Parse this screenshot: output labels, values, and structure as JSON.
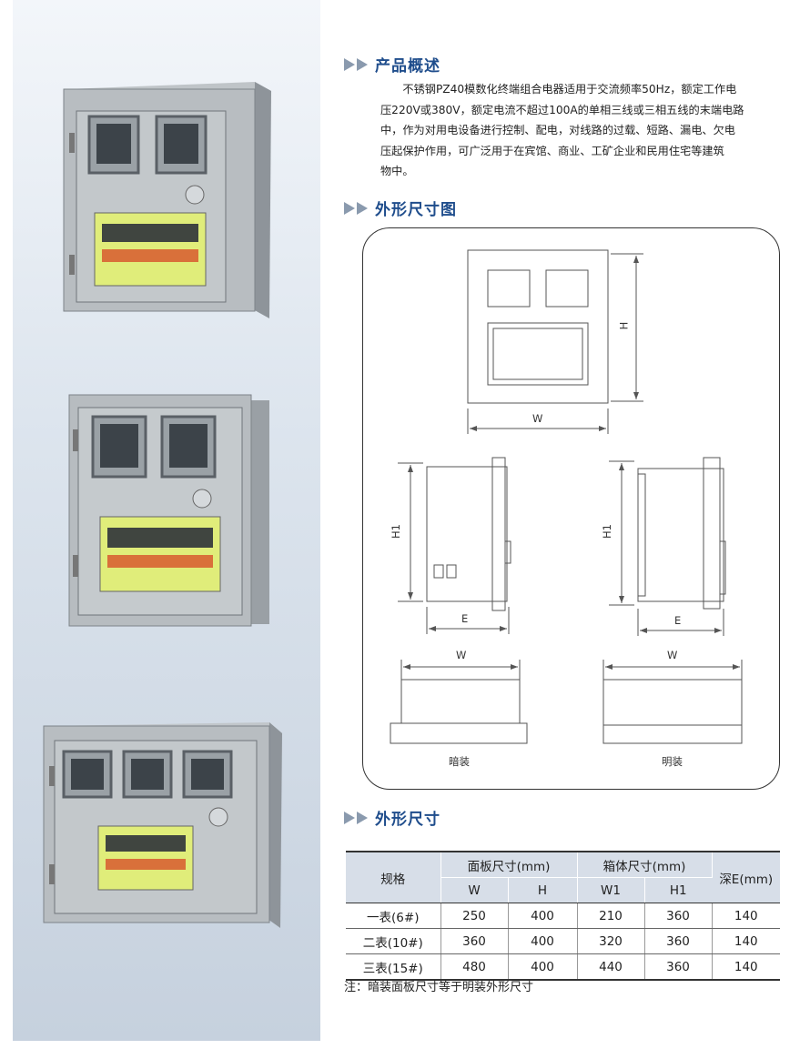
{
  "sections": {
    "overview": "产品概述",
    "drawing": "外形尺寸图",
    "dimensions": "外形尺寸"
  },
  "description": {
    "line1": "不锈钢PZ40模数化终端组合电器适用于交流频率50Hz，额定工作电",
    "line2": "压220V或380V，额定电流不超过100A的单相三线或三相五线的末端电路",
    "line3": "中，作为对用电设备进行控制、配电，对线路的过载、短路、漏电、欠电",
    "line4": "压起保护作用，可广泛用于在宾馆、商业、工矿企业和民用住宅等建筑",
    "line5": "物中。"
  },
  "diagram": {
    "w": "W",
    "h": "H",
    "h1": "H1",
    "e": "E",
    "concealed": "暗装",
    "surface": "明装"
  },
  "table": {
    "col_spec": "规格",
    "col_panel": "面板尺寸(mm)",
    "col_box": "箱体尺寸(mm)",
    "col_depth": "深E(mm)",
    "sub": [
      "W",
      "H",
      "W1",
      "H1"
    ],
    "rows": [
      {
        "name": "一表(6#)",
        "w": "250",
        "h": "400",
        "w1": "210",
        "h1": "360",
        "e": "140"
      },
      {
        "name": "二表(10#)",
        "w": "360",
        "h": "400",
        "w1": "320",
        "h1": "360",
        "e": "140"
      },
      {
        "name": "三表(15#)",
        "w": "480",
        "h": "400",
        "w1": "440",
        "h1": "360",
        "e": "140"
      }
    ]
  },
  "note": "注：暗装面板尺寸等于明装外形尺寸"
}
